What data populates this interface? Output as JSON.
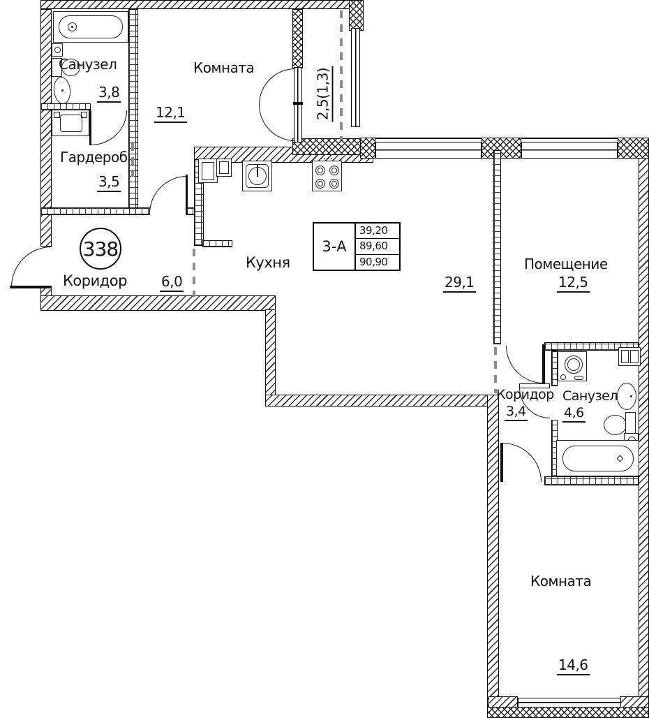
{
  "apartment": {
    "number": "338"
  },
  "info_table": {
    "type": "3-А",
    "values": [
      "39,20",
      "89,60",
      "90,90"
    ]
  },
  "rooms": {
    "sanuzel_tl": {
      "name": "Санузел",
      "area": "3,8"
    },
    "komnata_tl": {
      "name": "Комната",
      "area": "12,1"
    },
    "balcony": {
      "area": "2,5(1,3)"
    },
    "garderob": {
      "name": "Гардероб",
      "area": "3,5"
    },
    "koridor": {
      "name": "Коридор",
      "area": "6,0"
    },
    "kuhnya": {
      "name": "Кухня",
      "area": "29,1"
    },
    "pomeshchenie": {
      "name": "Помещение",
      "area": "12,5"
    },
    "koridor_small": {
      "name": "Коридор",
      "area": "3,4"
    },
    "sanuzel_br": {
      "name": "Санузел",
      "area": "4,6"
    },
    "komnata_br": {
      "name": "Комната",
      "area": "14,6"
    }
  },
  "colors": {
    "line": "#000000",
    "open_boundary_dash": "#8c8c8c"
  }
}
